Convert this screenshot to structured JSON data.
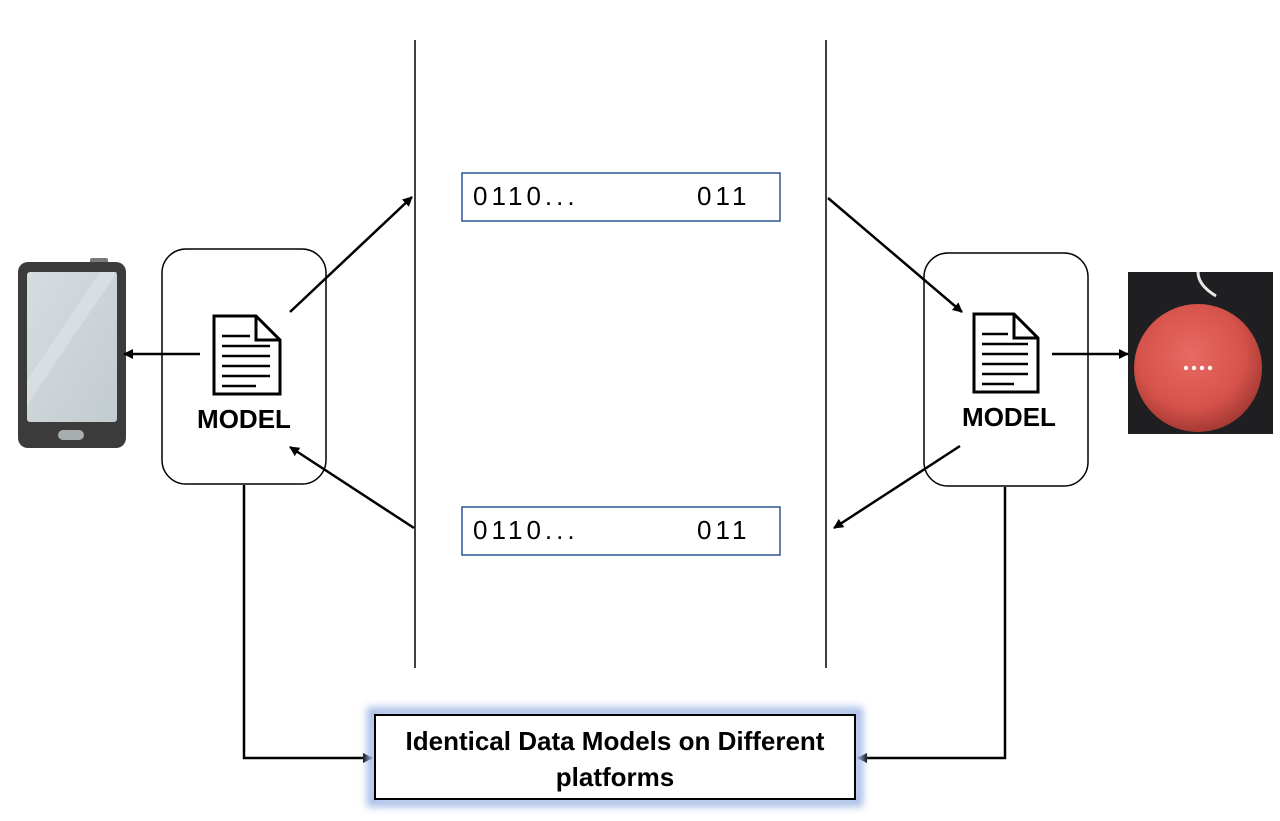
{
  "left_model": {
    "label": "MODEL"
  },
  "right_model": {
    "label": "MODEL"
  },
  "packet_top": {
    "start_bits": "0110...",
    "end_bits": "011"
  },
  "packet_bottom": {
    "start_bits": "0110...",
    "end_bits": "011"
  },
  "caption": {
    "line1": "Identical Data Models on Different",
    "line2": "platforms"
  },
  "icons": {
    "left_device": "smartphone-icon",
    "right_device": "smart-speaker-icon",
    "model_document": "document-icon"
  },
  "colors": {
    "packet_border": "#2e5597",
    "caption_glow": "#a9bde6",
    "speaker_body": "#d9574f",
    "speaker_background": "#1f1f22",
    "phone_body": "#3b3b3b",
    "phone_screen": "#c9d2d6"
  }
}
